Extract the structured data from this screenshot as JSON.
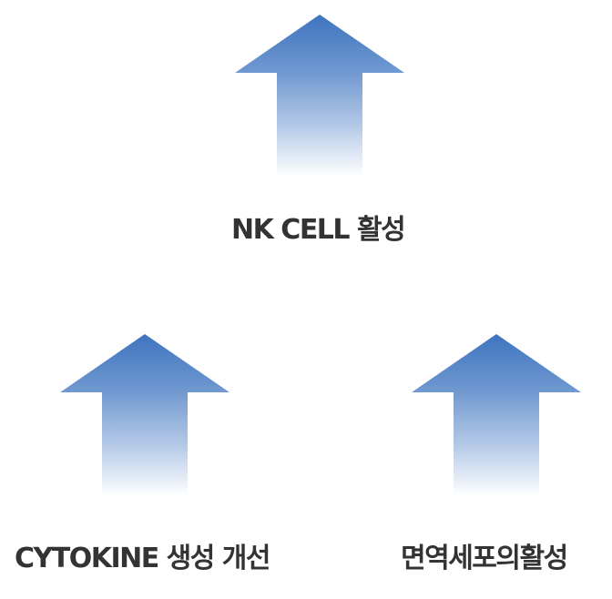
{
  "labels": {
    "nk_cell": "NK CELL 활성",
    "cytokine": "CYTOKINE 생성 개선",
    "immune": "면역세포의활성"
  },
  "icons": {
    "arrow": "up-arrow-icon"
  },
  "colors": {
    "arrow_top": "#3e74bf",
    "arrow_fade": "#ffffff",
    "label_text": "#333333"
  }
}
